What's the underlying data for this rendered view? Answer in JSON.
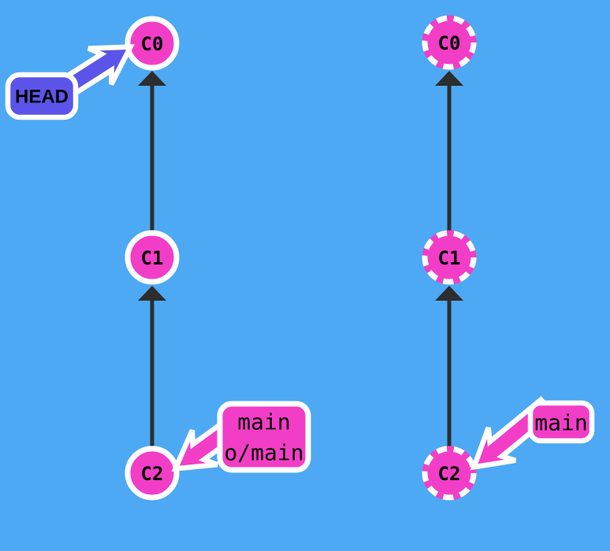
{
  "colors": {
    "background": "#4DA9F4",
    "commit_fill": "#F23EC6",
    "branch_fill": "#F23EC6",
    "head_fill": "#5C54E8",
    "edge": "#2D2D2D",
    "outline": "#FFFFFF",
    "text": "#000000"
  },
  "left_graph": {
    "commits": [
      {
        "id": "C0"
      },
      {
        "id": "C1"
      },
      {
        "id": "C2"
      }
    ],
    "head": {
      "label": "HEAD"
    },
    "branch": {
      "line1": "main",
      "line2": "o/main"
    }
  },
  "right_graph": {
    "commits": [
      {
        "id": "C0"
      },
      {
        "id": "C1"
      },
      {
        "id": "C2"
      }
    ],
    "branch": {
      "label": "main"
    }
  }
}
